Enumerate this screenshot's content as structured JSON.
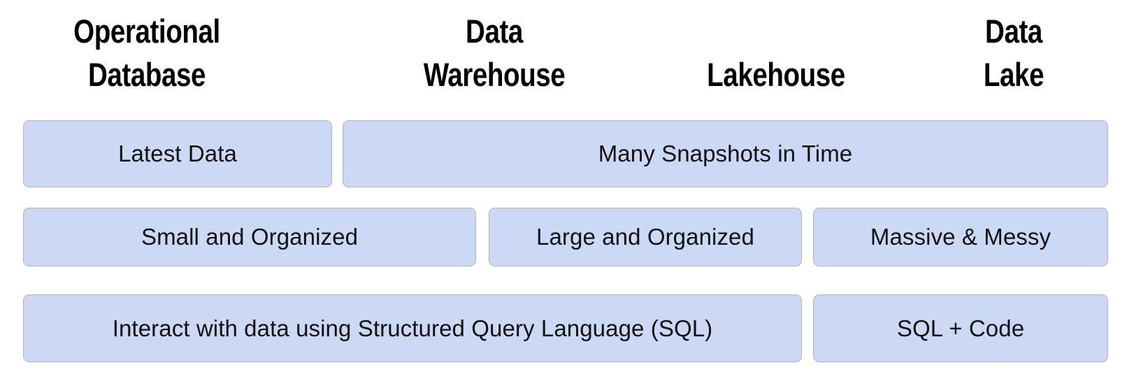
{
  "diagram": {
    "title_colors": {
      "box_fill": "#ccd9f4",
      "box_border": "#b3b3b3",
      "text": "#111111",
      "header_text": "#000000",
      "background": "#ffffff"
    },
    "columns": [
      {
        "id": "operational-database",
        "label": "Operational\nDatabase",
        "single_line": false
      },
      {
        "id": "data-warehouse",
        "label": "Data\nWarehouse",
        "single_line": false
      },
      {
        "id": "lakehouse",
        "label": "Lakehouse",
        "single_line": true
      },
      {
        "id": "data-lake",
        "label": "Data\nLake",
        "single_line": false
      }
    ],
    "rows": [
      {
        "id": "data-recency",
        "cells": [
          {
            "id": "latest-data",
            "label": "Latest Data"
          },
          {
            "id": "many-snapshots-in-time",
            "label": "Many Snapshots in Time"
          }
        ]
      },
      {
        "id": "data-size-structure",
        "cells": [
          {
            "id": "small-and-organized",
            "label": "Small and Organized"
          },
          {
            "id": "large-and-organized",
            "label": "Large and Organized"
          },
          {
            "id": "massive-and-messy",
            "label": "Massive & Messy"
          }
        ]
      },
      {
        "id": "data-access-method",
        "cells": [
          {
            "id": "sql-access",
            "label": "Interact with data using Structured Query Language (SQL)"
          },
          {
            "id": "sql-plus-code",
            "label": "SQL + Code"
          }
        ]
      }
    ]
  }
}
